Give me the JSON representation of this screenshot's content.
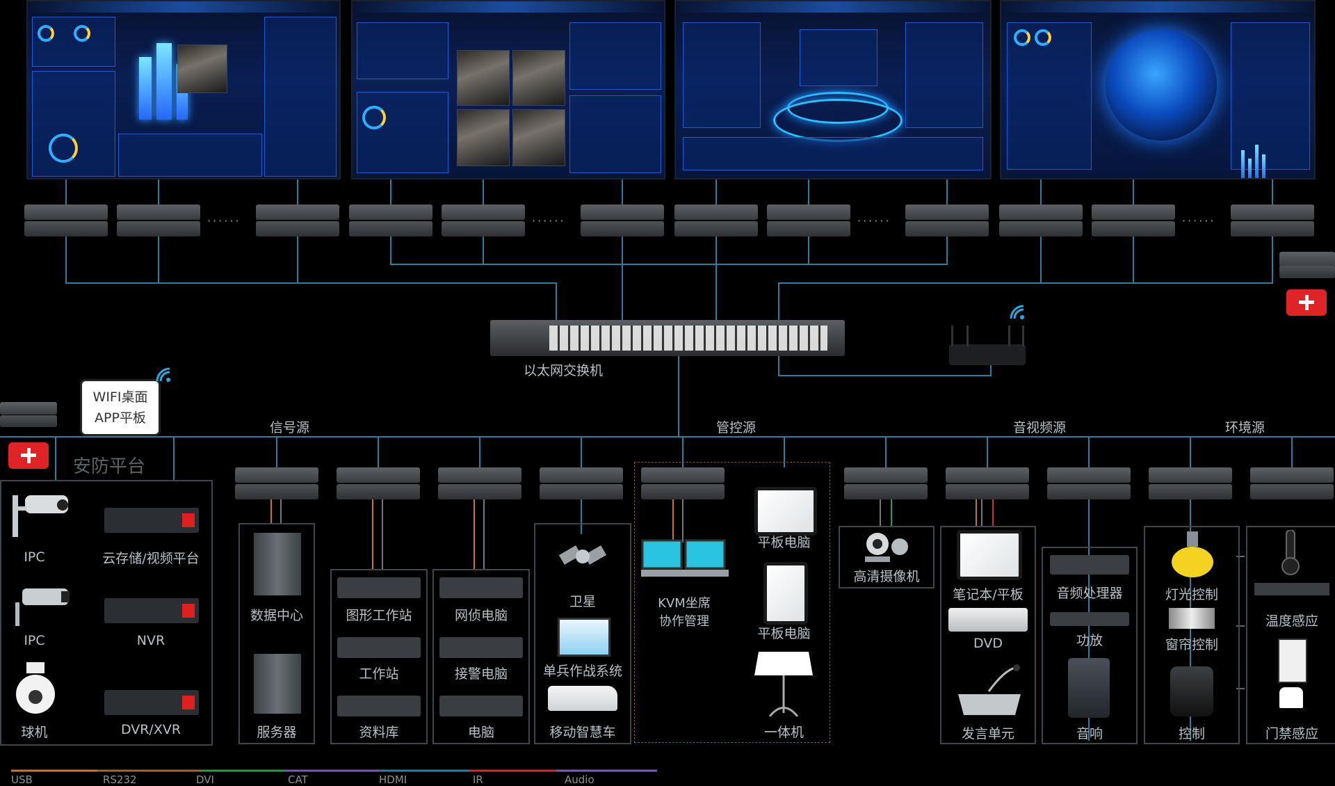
{
  "switch": {
    "label": "以太网交换机"
  },
  "wifi_tablet": {
    "line1": "WIFI桌面",
    "line2": "APP平板"
  },
  "security": {
    "title": "安防平台",
    "ipc1": "IPC",
    "ipc2": "IPC",
    "dome": "球机",
    "cloud": "云存储/视频平台",
    "nvr": "NVR",
    "dvr": "DVR/XVR"
  },
  "categories": {
    "signal": "信号源",
    "control": "管控源",
    "av": "音视频源",
    "env": "环境源"
  },
  "signal_sources": {
    "datacenter": "数据中心",
    "server": "服务器",
    "graphics": "图形工作站",
    "workstation": "工作站",
    "database": "资料库",
    "netframe": "网侦电脑",
    "alarm": "接警电脑",
    "pc": "电脑",
    "satellite": "卫星",
    "soldier": "单兵作战系统",
    "vehicle": "移动智慧车"
  },
  "control_sources": {
    "kvm_line1": "KVM坐席",
    "kvm_line2": "协作管理",
    "tablet1": "平板电脑",
    "tablet2": "平板电脑",
    "allinone": "一体机"
  },
  "av_sources": {
    "camera": "高清摄像机",
    "laptop": "笔记本/平板",
    "dvd": "DVD",
    "mic": "发言单元",
    "audio_proc": "音频处理器",
    "amp": "功放",
    "speaker": "音响"
  },
  "env_sources": {
    "light": "灯光控制",
    "curtain": "窗帘控制",
    "control": "控制",
    "temp": "温度感应",
    "door": "门禁感应"
  },
  "legend": {
    "usb": "USB",
    "rs232": "RS232",
    "dvi": "DVI",
    "cat": "CAT",
    "hdmi": "HDMI",
    "ir": "IR",
    "audio": "Audio"
  },
  "colors": {
    "wire": "#2f7ea0",
    "usb": "#c7772e",
    "rs232": "#c0762c",
    "dvi": "#2f9a4a",
    "cat": "#7a5ab0",
    "hdmi": "#2f7ea0",
    "ir": "#c83030",
    "audio": "#7b5fb8"
  }
}
